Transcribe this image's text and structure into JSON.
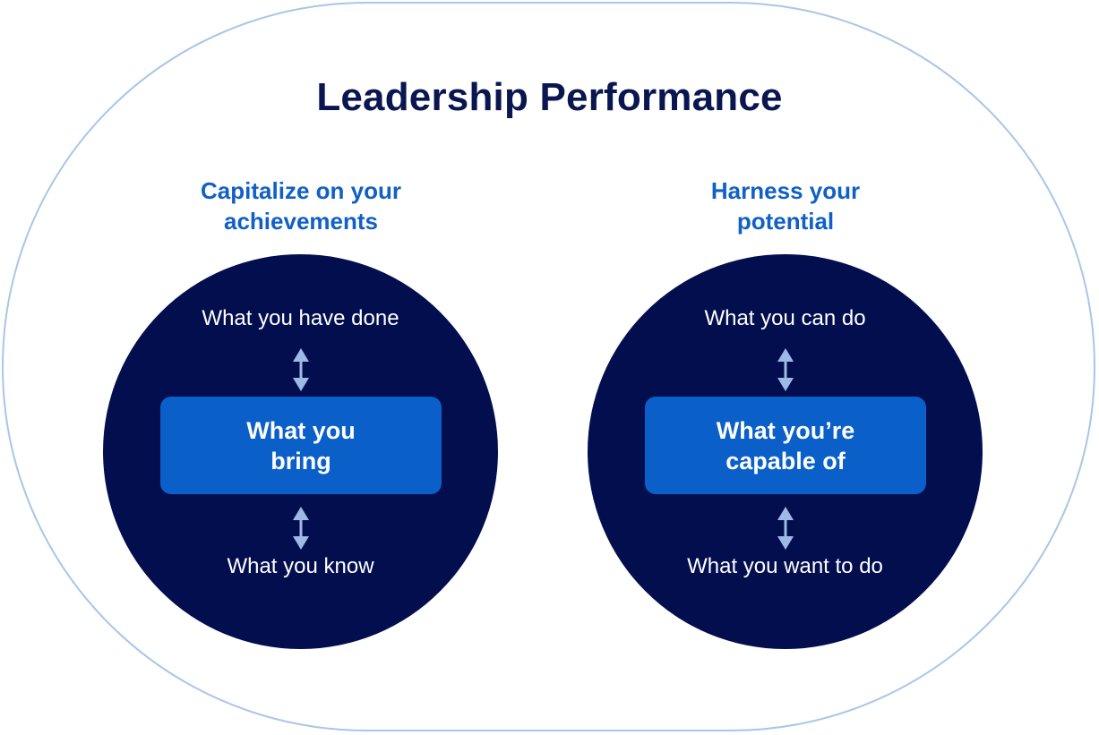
{
  "title": "Leadership Performance",
  "colors": {
    "outer_border": "#a9c6e8",
    "title": "#0a1650",
    "heading": "#1160c6",
    "circle": "#030e4f",
    "center_box": "#0a5fc8",
    "arrow": "#9fb9e6"
  },
  "left": {
    "heading_line1": "Capitalize on your",
    "heading_line2": "achievements",
    "top_text": "What you have done",
    "center_line1": "What you",
    "center_line2": "bring",
    "bottom_text": "What you know"
  },
  "right": {
    "heading_line1": "Harness your",
    "heading_line2": "potential",
    "top_text": "What you can do",
    "center_line1": "What you’re",
    "center_line2": "capable of",
    "bottom_text": "What you want to do"
  },
  "icons": {
    "arrow": "double-headed-vertical-arrow-icon"
  }
}
